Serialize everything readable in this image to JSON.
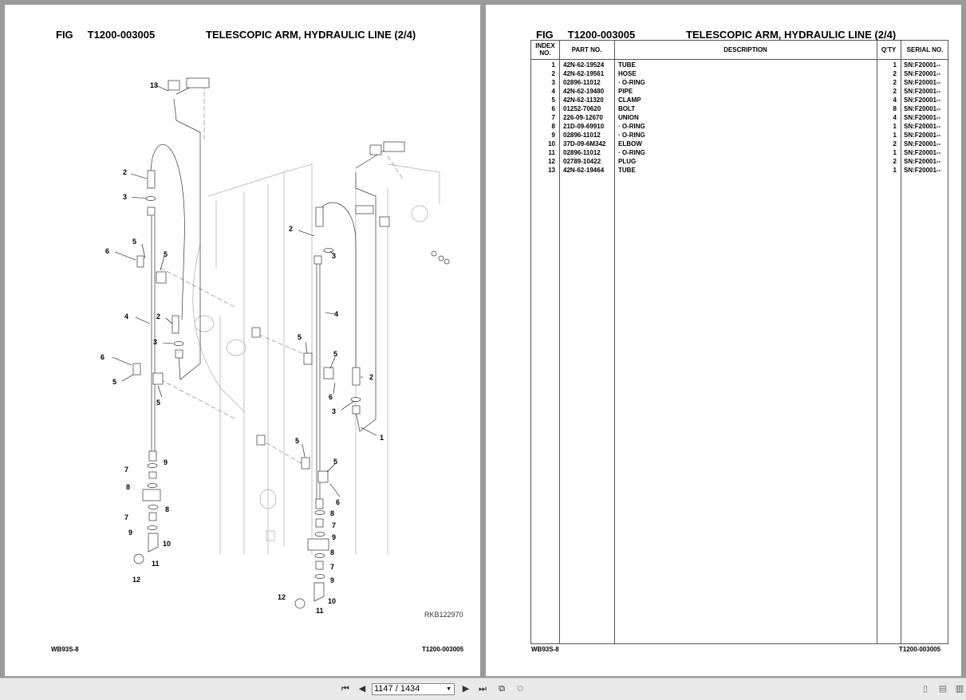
{
  "left_page": {
    "fig_label": "FIG",
    "fig_number": "T1200-003005",
    "title": "TELESCOPIC ARM, HYDRAULIC LINE (2/4)",
    "drawing_ref": "RKB122970",
    "footer_left": "WB93S-8",
    "footer_right": "T1200-003005",
    "callouts": [
      "13",
      "2",
      "3",
      "6",
      "5",
      "5",
      "4",
      "2",
      "3",
      "6",
      "5",
      "5",
      "9",
      "7",
      "8",
      "8",
      "7",
      "9",
      "10",
      "11",
      "12",
      "2",
      "3",
      "4",
      "5",
      "5",
      "2",
      "6",
      "3",
      "1",
      "5",
      "5",
      "6",
      "8",
      "7",
      "9",
      "8",
      "7",
      "9",
      "12",
      "10",
      "11"
    ]
  },
  "right_page": {
    "fig_label": "FIG",
    "fig_number": "T1200-003005",
    "title": "TELESCOPIC ARM, HYDRAULIC LINE (2/4)",
    "footer_left": "WB93S-8",
    "footer_right": "T1200-003005",
    "table": {
      "headers": {
        "index_line1": "INDEX",
        "index_line2": "NO.",
        "part_no": "PART NO.",
        "description": "DESCRIPTION",
        "qty": "Q'TY",
        "serial_no": "SERIAL NO."
      },
      "rows": [
        {
          "index": "1",
          "part": "42N-62-19524",
          "desc": "TUBE",
          "qty": "1",
          "serial": "SN:F20001--"
        },
        {
          "index": "2",
          "part": "42N-62-19561",
          "desc": "HOSE",
          "qty": "2",
          "serial": "SN:F20001--"
        },
        {
          "index": "3",
          "part": "02896-11012",
          "desc": "· O-RING",
          "qty": "2",
          "serial": "SN:F20001--"
        },
        {
          "index": "4",
          "part": "42N-62-19480",
          "desc": "PIPE",
          "qty": "2",
          "serial": "SN:F20001--"
        },
        {
          "index": "5",
          "part": "42N-62-11320",
          "desc": "CLAMP",
          "qty": "4",
          "serial": "SN:F20001--"
        },
        {
          "index": "6",
          "part": "01252-70620",
          "desc": "BOLT",
          "qty": "8",
          "serial": "SN:F20001--"
        },
        {
          "index": "7",
          "part": "226-09-12670",
          "desc": "UNION",
          "qty": "4",
          "serial": "SN:F20001--"
        },
        {
          "index": "8",
          "part": "21D-09-69910",
          "desc": "· O-RING",
          "qty": "1",
          "serial": "SN:F20001--"
        },
        {
          "index": "9",
          "part": "02896-11012",
          "desc": "· O-RING",
          "qty": "1",
          "serial": "SN:F20001--"
        },
        {
          "index": "10",
          "part": "37D-09-6M342",
          "desc": "ELBOW",
          "qty": "2",
          "serial": "SN:F20001--"
        },
        {
          "index": "11",
          "part": "02896-11012",
          "desc": "· O-RING",
          "qty": "1",
          "serial": "SN:F20001--"
        },
        {
          "index": "12",
          "part": "02789-10422",
          "desc": "PLUG",
          "qty": "2",
          "serial": "SN:F20001--"
        },
        {
          "index": "13",
          "part": "42N-62-19464",
          "desc": "TUBE",
          "qty": "1",
          "serial": "SN:F20001--"
        }
      ]
    }
  },
  "toolbar": {
    "page_indicator": "1147 / 1434",
    "icons": [
      "first-page-icon",
      "prev-page-icon",
      "next-page-icon",
      "last-page-icon",
      "copy-icon",
      "paste-icon",
      "single-page-icon",
      "continuous-page-icon",
      "two-page-icon"
    ]
  }
}
